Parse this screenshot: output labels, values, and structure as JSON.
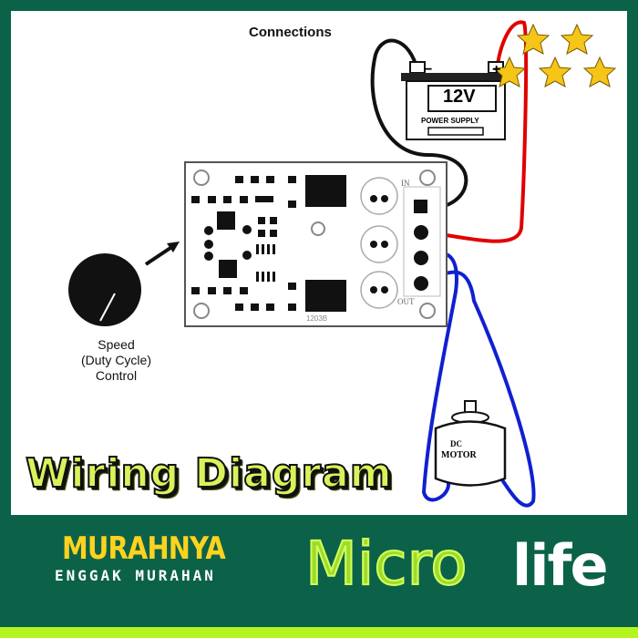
{
  "diagram": {
    "title": "Connections",
    "battery_voltage": "12V",
    "battery_label": "POWER SUPPLY",
    "battery_minus": "−",
    "battery_plus": "+",
    "terminal_in": "IN",
    "terminal_out": "OUT",
    "chip_label": "1203B",
    "knob_label": "Speed\n(Duty Cycle)\nControl",
    "motor_label_1": "DC",
    "motor_label_2": "MOTOR",
    "heading": "Wiring Diagram"
  },
  "rating": {
    "stars": 5
  },
  "banner": {
    "slogan_main": "MURAHNYA",
    "slogan_sub": "ENGGAK MURAHAN",
    "logo_part1": "Micro",
    "logo_part2": "life"
  },
  "colors": {
    "frame": "#0b6249",
    "wire_red": "#e00000",
    "wire_blue": "#1020d0",
    "star": "#f5c518",
    "accent": "#b5f51f"
  }
}
